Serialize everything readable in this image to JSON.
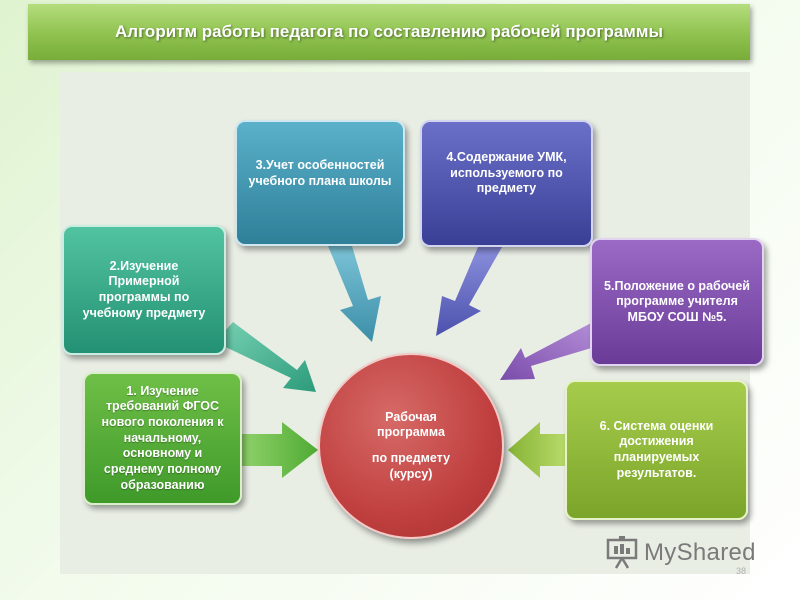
{
  "title": "Алгоритм работы педагога по составлению рабочей программы",
  "center": {
    "line1": "Рабочая",
    "line2": "программа",
    "line3": "по предмету",
    "line4": "(курсу)"
  },
  "steps": [
    {
      "lines": [
        "1. Изучение",
        "требований ФГОС",
        "нового поколения к",
        "начальному,",
        "основному и",
        "среднему полному",
        "образованию"
      ],
      "color": "#4fa832"
    },
    {
      "lines": [
        "2.Изучение",
        "Примерной",
        "программы по",
        "учебному предмету"
      ],
      "color": "#2fa383"
    },
    {
      "lines": [
        "3.Учет особенностей",
        "учебного плана школы"
      ],
      "color": "#3d8fab"
    },
    {
      "lines": [
        "4.Содержание УМК,",
        "используемого по",
        "предмету"
      ],
      "color": "#4a50aa"
    },
    {
      "lines": [
        "5.Положение о рабочей",
        "программе учителя",
        "МБОУ СОШ №5."
      ],
      "color": "#7e4cab"
    },
    {
      "lines": [
        "6. Система оценки",
        "достижения",
        "планируемых",
        "результатов."
      ],
      "color": "#8db838"
    }
  ],
  "watermark": {
    "text": "MyShared",
    "icon": "presentation-board-icon"
  },
  "page_number": "38"
}
